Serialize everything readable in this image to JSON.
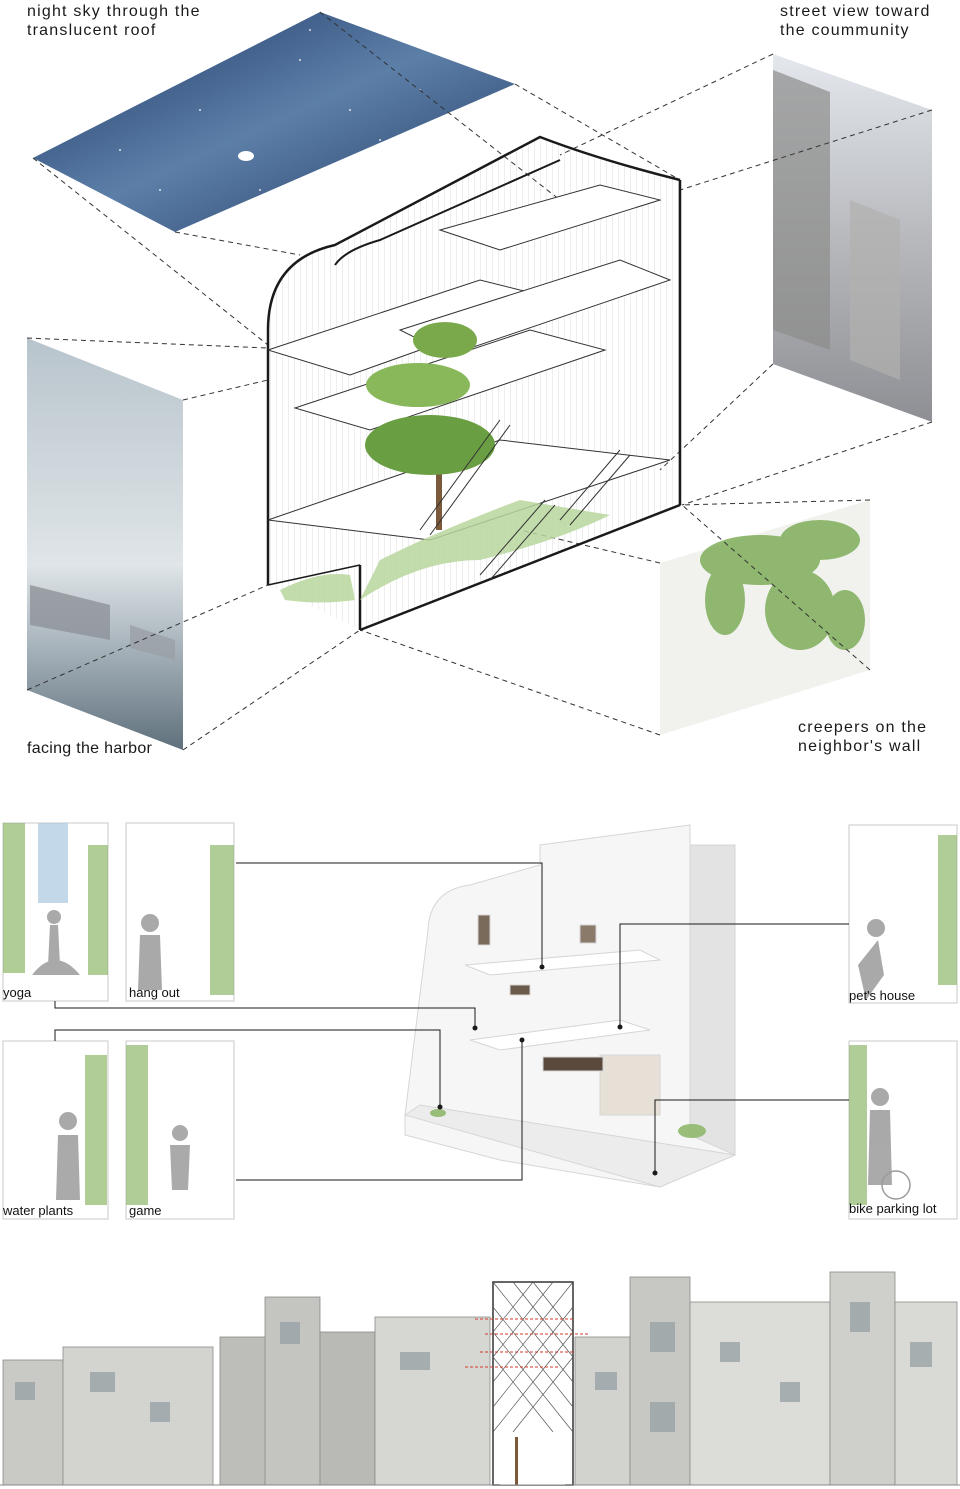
{
  "section1": {
    "captions": {
      "sky": [
        "night sky through the",
        "translucent roof"
      ],
      "street": [
        "street view toward",
        "the coummunity"
      ],
      "harbor": [
        "facing the harbor"
      ],
      "creepers": [
        "creepers on the",
        "neighbor's wall"
      ]
    }
  },
  "section2": {
    "vignettes": {
      "yoga": "yoga",
      "hangout": "hang out",
      "water": "water plants",
      "game": "game",
      "pet": "pet's house",
      "bike": "bike parking lot"
    }
  },
  "colors": {
    "sky": "#2d4a78",
    "plants": "#7fae5a",
    "line": "#1a1a1a",
    "facade": "#c9c9c6",
    "arrow": "#d23a2a"
  }
}
